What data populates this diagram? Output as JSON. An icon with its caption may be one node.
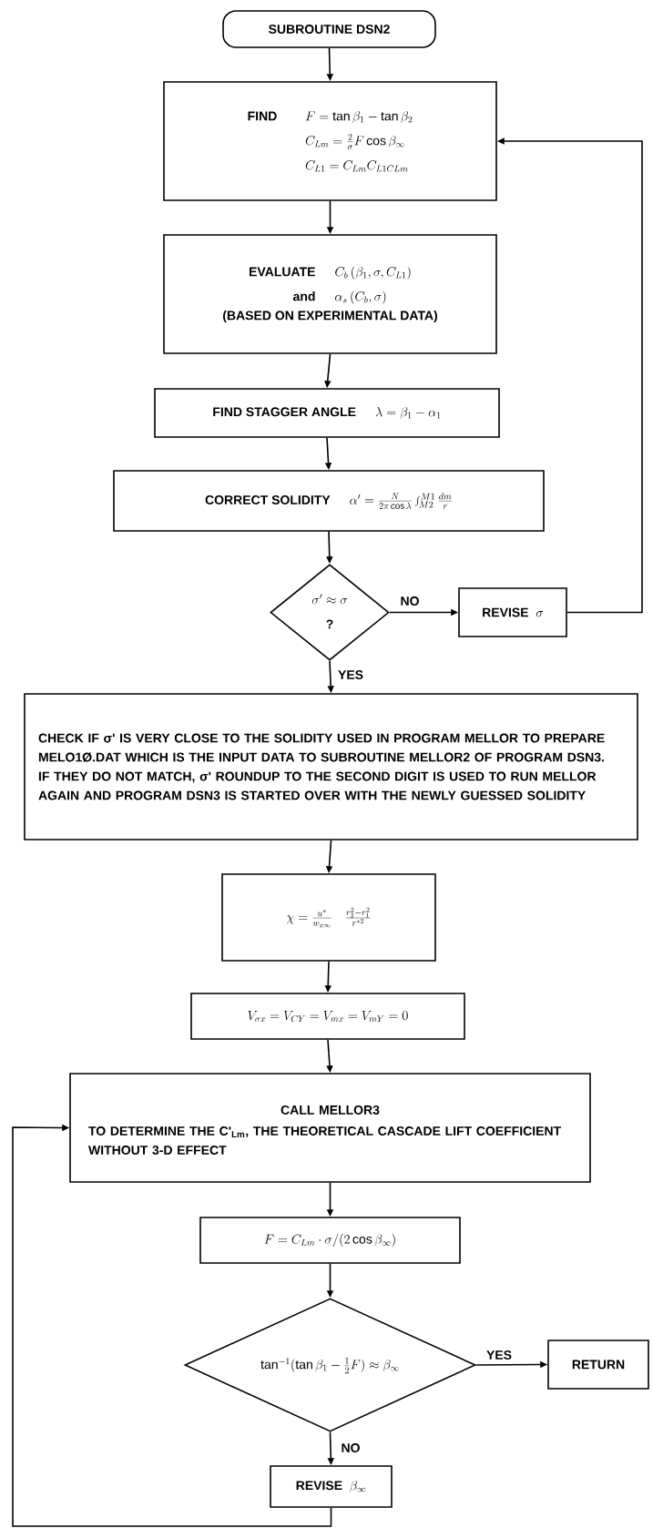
{
  "diagram": {
    "nodes": [
      {
        "text": [
          "SUBROUTINE DSN2"
        ]
      },
      {
        "text": [
          "FIND",
          "F = \\tan\\beta_1 - \\tan\\beta_2",
          "C_{Lm} = \\frac{2}{\\sigma} F \\cos\\beta_\\infty",
          "C_{L1} = C_{Lm} C_{L1CLm}"
        ]
      },
      {
        "text": [
          "EVALUATE",
          "C_b\\,(\\beta_1, \\sigma, C_{L1})",
          "and",
          "\\alpha_s\\,(C_b, \\sigma)",
          "(BASED ON EXPERIMENTAL DATA)"
        ]
      },
      {
        "text": [
          "FIND STAGGER ANGLE",
          "\\lambda = \\beta_1 - \\alpha_1"
        ]
      },
      {
        "text": [
          "CORRECT SOLIDITY",
          "\\alpha' = \\frac{N}{2\\pi\\cos\\lambda}\\int_{M2}^{M1}\\frac{dm}{r}"
        ]
      },
      {
        "text": [
          "\\sigma' \\approx \\sigma",
          "?"
        ]
      },
      {
        "text": [
          "REVISE",
          "\\sigma"
        ]
      },
      {
        "text": [
          "CHECK IF σ' IS VERY CLOSE TO THE SOLIDITY USED IN PROGRAM MELLOR TO PREPARE MELO1Ø.DAT WHICH IS THE INPUT DATA TO SUBROUTINE MELLOR2 OF PROGRAM DSN3. IF THEY DO NOT MATCH, σ' ROUNDUP TO THE SECOND DIGIT IS USED TO RUN MELLOR AGAIN AND PROGRAM DSN3 IS STARTED OVER WITH THE NEWLY GUESSED SOLIDITY"
        ]
      },
      {
        "text": [
          "\\chi = \\frac{u^*}{w_{x\\infty}}\\quad\\frac{r_2^2 - r_1^2}{r^{*2}}"
        ]
      },
      {
        "text": [
          "V_{\\sigma x} = V_{CY} = V_{mx} = V_{mY} = 0"
        ]
      },
      {
        "text": [
          "CALL MELLOR3",
          "TO DETERMINE THE C'$_{Lm}$, THE THEORETICAL CASCADE LIFT COEFFICIENT WITHOUT 3-D EFFECT"
        ]
      },
      {
        "text": [
          "F = C_{Lm} \\cdot \\sigma / (2\\cos\\beta_\\infty)"
        ]
      },
      {
        "text": [
          "\\tan^{-1}(\\tan\\beta_1 - {\\textstyle\\frac{1}{2}}F) \\approx \\beta_\\infty"
        ]
      },
      {
        "text": [
          "RETURN"
        ]
      },
      {
        "text": [
          "REVISE",
          "\\beta_\\infty"
        ]
      }
    ],
    "edges": [
      {
        "from": 0,
        "to": 1,
        "arrow": "to"
      },
      {
        "from": 1,
        "to": 2,
        "arrow": "to"
      },
      {
        "from": 2,
        "to": 3,
        "arrow": "to"
      },
      {
        "from": 3,
        "to": 4,
        "arrow": "to"
      },
      {
        "from": 4,
        "to": 5,
        "arrow": "to"
      },
      {
        "from": 5,
        "to": 6,
        "arrow": "to",
        "label": "NO"
      },
      {
        "from": 6,
        "to": 1,
        "arrow": "to"
      },
      {
        "from": 5,
        "to": 7,
        "arrow": "to",
        "label": "YES"
      },
      {
        "from": 7,
        "to": 8,
        "arrow": "to"
      },
      {
        "from": 8,
        "to": 9,
        "arrow": "to"
      },
      {
        "from": 9,
        "to": 10,
        "arrow": "to"
      },
      {
        "from": 10,
        "to": 11,
        "arrow": "to"
      },
      {
        "from": 11,
        "to": 12,
        "arrow": "to"
      },
      {
        "from": 12,
        "to": 13,
        "arrow": "to",
        "label": "YES"
      },
      {
        "from": 12,
        "to": 14,
        "arrow": "to",
        "label": "NO"
      },
      {
        "from": 14,
        "to": 10,
        "arrow": "to"
      }
    ]
  }
}
